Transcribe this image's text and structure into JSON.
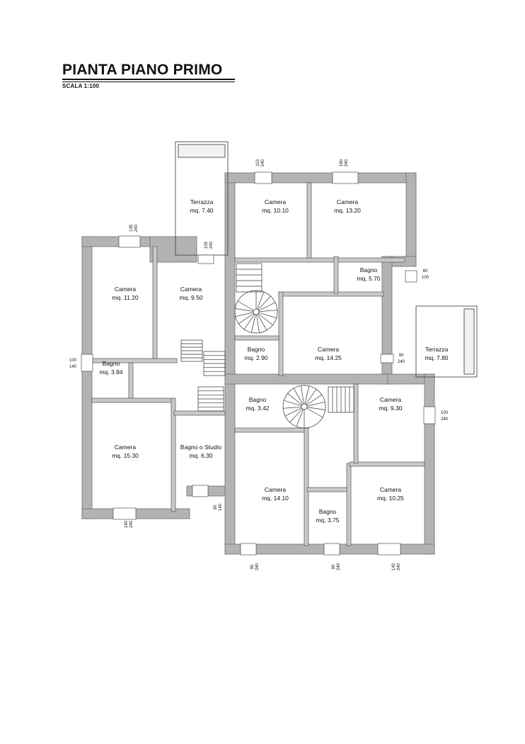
{
  "header": {
    "title": "PIANTA PIANO PRIMO",
    "scale": "SCALA 1:100"
  },
  "colors": {
    "wall": "#b3b3b3",
    "wall_edge": "#6e6e6e",
    "line": "#333333"
  },
  "rooms": {
    "terrazza_top": {
      "name": "Terrazza",
      "area": "mq. 7.40"
    },
    "camera_10_10": {
      "name": "Camera",
      "area": "mq. 10.10"
    },
    "camera_13_20": {
      "name": "Camera",
      "area": "mq. 13.20"
    },
    "camera_11_20": {
      "name": "Camera",
      "area": "mq. 11.20"
    },
    "camera_9_50": {
      "name": "Camera",
      "area": "mq. 9.50"
    },
    "bagno_5_70": {
      "name": "Bagno",
      "area": "mq. 5.70"
    },
    "bagno_3_84": {
      "name": "Bagno",
      "area": "mq. 3.84"
    },
    "bagno_2_90": {
      "name": "Bagno",
      "area": "mq. 2.90"
    },
    "camera_14_25": {
      "name": "Camera",
      "area": "mq. 14.25"
    },
    "terrazza_right": {
      "name": "Terrazza",
      "area": "mq. 7.80"
    },
    "bagno_3_42": {
      "name": "Bagno",
      "area": "mq. 3.42"
    },
    "camera_9_30": {
      "name": "Camera",
      "area": "mq. 9.30"
    },
    "camera_15_30": {
      "name": "Camera",
      "area": "mq. 15.30"
    },
    "bagno_studio_6_30": {
      "name": "Bagno o Studio",
      "area": "mq. 6.30"
    },
    "camera_14_10": {
      "name": "Camera",
      "area": "mq. 14.10"
    },
    "camera_10_25": {
      "name": "Camera",
      "area": "mq. 10.25"
    },
    "bagno_3_75": {
      "name": "Bagno",
      "area": "mq. 3.75"
    }
  },
  "openings": {
    "w_camera_10_10": {
      "w": "110",
      "h": "240"
    },
    "w_camera_13_20": {
      "w": "160",
      "h": "240"
    },
    "w_camera_11_20": {
      "w": "135",
      "h": "240"
    },
    "w_camera_9_50": {
      "w": "105",
      "h": "240"
    },
    "w_bagno_5_70": {
      "w": "60",
      "h": "100"
    },
    "w_bagno_3_84": {
      "w": "100",
      "h": "140"
    },
    "w_camera_14_25": {
      "w": "90",
      "h": "240"
    },
    "w_camera_9_30": {
      "w": "100",
      "h": "240"
    },
    "w_camera_15_30": {
      "w": "140",
      "h": "240"
    },
    "w_bagno_studio": {
      "w": "90",
      "h": "140"
    },
    "w_camera_14_10": {
      "w": "90",
      "h": "240"
    },
    "w_bagno_3_75": {
      "w": "90",
      "h": "240"
    },
    "w_camera_10_25": {
      "w": "140",
      "h": "240"
    }
  }
}
